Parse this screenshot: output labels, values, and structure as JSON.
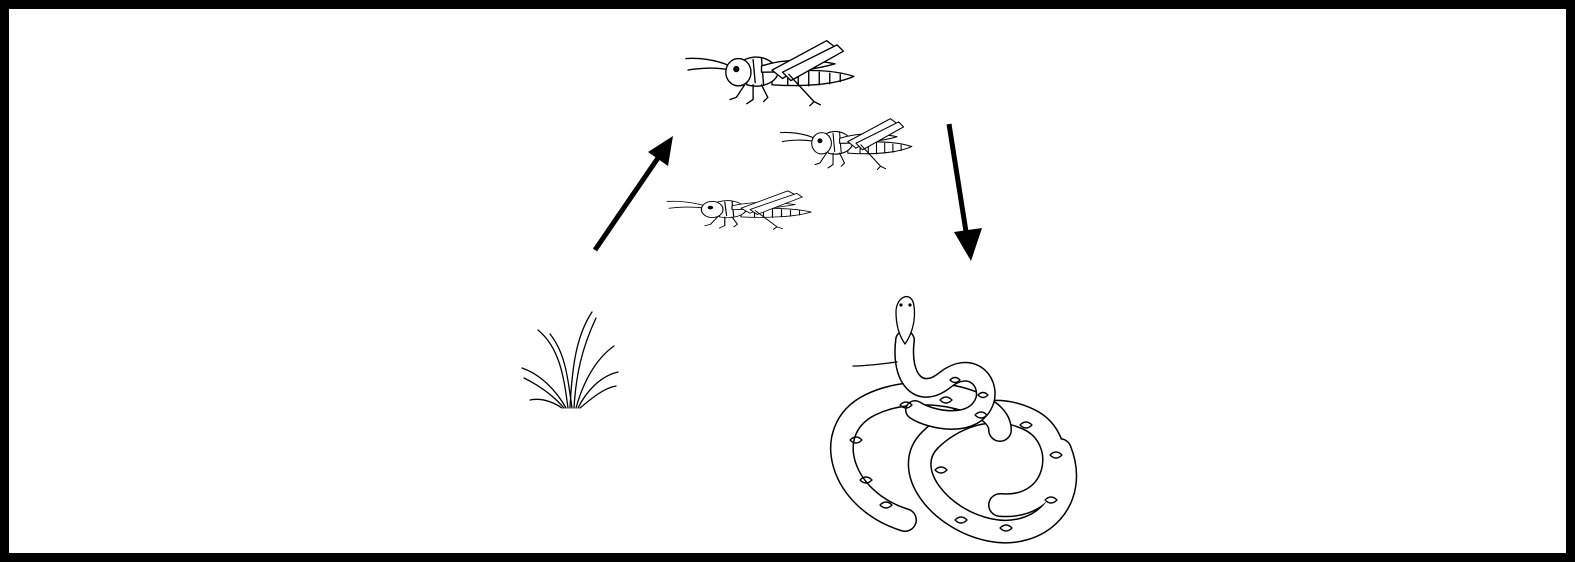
{
  "diagram": {
    "type": "food-chain",
    "organisms": [
      {
        "name": "grass-icon",
        "role": "producer"
      },
      {
        "name": "grasshopper-icon",
        "role": "primary-consumer",
        "count": 3
      },
      {
        "name": "snake-icon",
        "role": "secondary-consumer"
      }
    ],
    "arrows": [
      {
        "from": "grass-icon",
        "to": "grasshopper-icon"
      },
      {
        "from": "grasshopper-icon",
        "to": "snake-icon"
      }
    ],
    "colors": {
      "ink": "#000000",
      "background": "#ffffff",
      "border": "#000000"
    }
  }
}
